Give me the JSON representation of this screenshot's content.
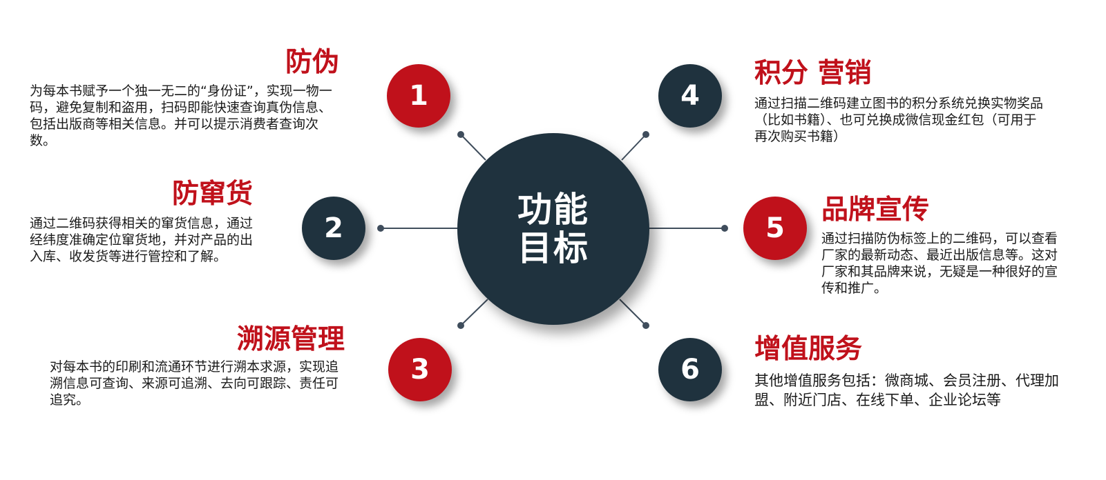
{
  "center": {
    "line1": "功能",
    "line2": "目标"
  },
  "colors": {
    "accent_red": "#c0111b",
    "dark_navy": "#1f323e",
    "connector": "#3f4d5c"
  },
  "items": [
    {
      "number": "1",
      "title": "防伪",
      "description": "为每本书赋予一个独一无二的“身份证”，实现一物一码，避免复制和盗用，扫码即能快速查询真伪信息、包括出版商等相关信息。并可以提示消费者查询次数。"
    },
    {
      "number": "2",
      "title": "防窜货",
      "description": "通过二维码获得相关的窜货信息，通过经纬度准确定位窜货地，并对产品的出入库、收发货等进行管控和了解。"
    },
    {
      "number": "3",
      "title": "溯源管理",
      "description": "对每本书的印刷和流通环节进行溯本求源，实现追溯信息可查询、来源可追溯、去向可跟踪、责任可追究。"
    },
    {
      "number": "4",
      "title": "积分 营销",
      "description": "通过扫描二维码建立图书的积分系统兑换实物奖品（比如书籍）、也可兑换成微信现金红包（可用于再次购买书籍）"
    },
    {
      "number": "5",
      "title": "品牌宣传",
      "description": "通过扫描防伪标签上的二维码，可以查看厂家的最新动态、最近出版信息等。这对厂家和其品牌来说，无疑是一种很好的宣传和推广。"
    },
    {
      "number": "6",
      "title": "增值服务",
      "description": "其他增值服务包括：微商城、会员注册、代理加盟、附近门店、在线下单、企业论坛等"
    }
  ]
}
